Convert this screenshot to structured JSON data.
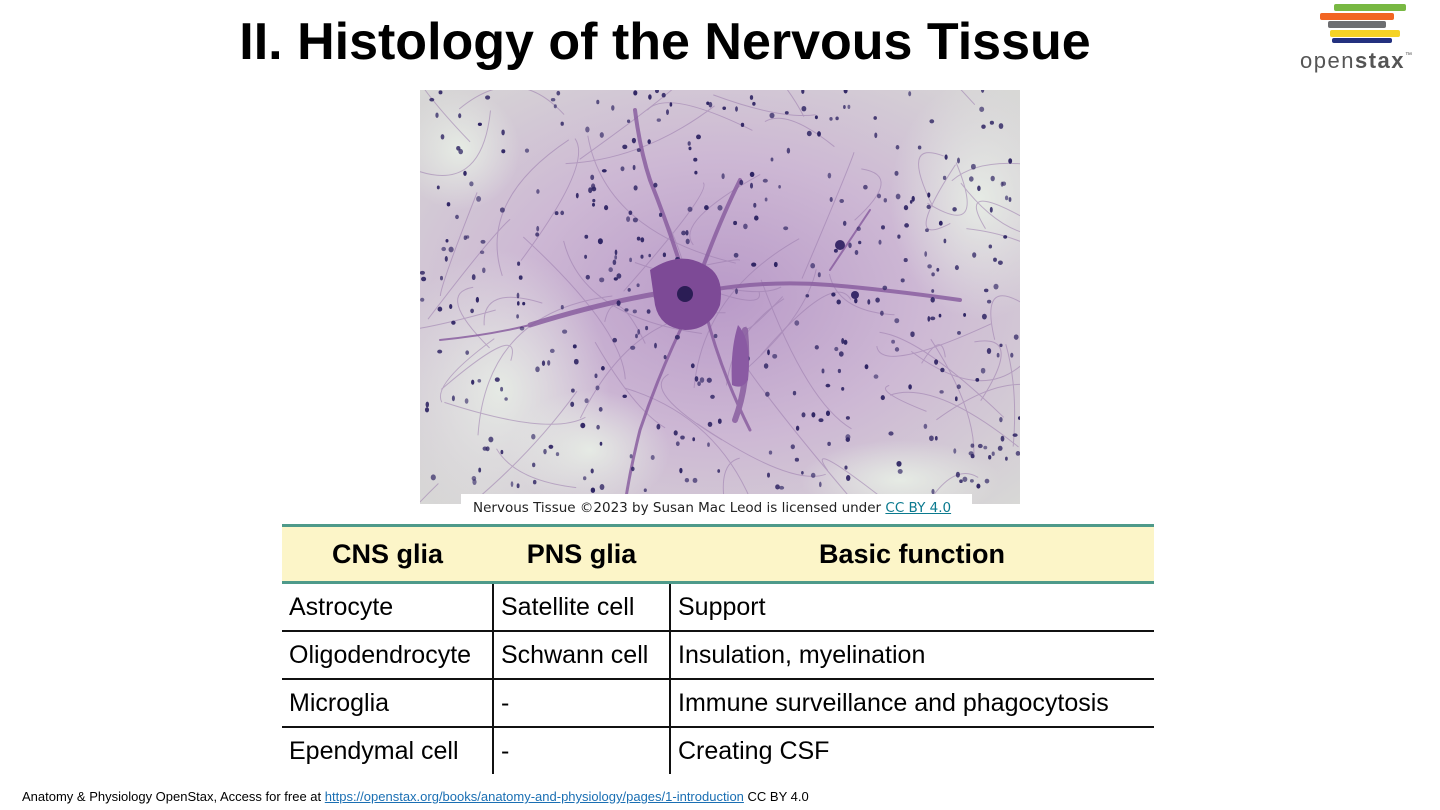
{
  "slide": {
    "title": "II. Histology of the Nervous Tissue"
  },
  "logo": {
    "word_light": "open",
    "word_bold": "stax",
    "trademark": "™",
    "bar_colors": [
      "#78b843",
      "#f26522",
      "#6d6e71",
      "#f5d327",
      "#23317f"
    ]
  },
  "figure": {
    "caption_text": "Nervous Tissue ©2023 by Susan Mac Leod is licensed under ",
    "caption_link": "CC BY 4.0 "
  },
  "table": {
    "headers": [
      "CNS glia",
      "PNS glia",
      "Basic function"
    ],
    "rows": [
      [
        "Astrocyte",
        "Satellite cell",
        "Support"
      ],
      [
        "Oligodendrocyte",
        "Schwann cell",
        "Insulation, myelination"
      ],
      [
        "Microglia",
        "-",
        "Immune surveillance and phagocytosis"
      ],
      [
        "Ependymal cell",
        "-",
        "Creating CSF"
      ]
    ]
  },
  "footer": {
    "text": "Anatomy & Physiology OpenStax, Access for free at ",
    "link": "https://openstax.org/books/anatomy-and-physiology/pages/1-introduction",
    "license": " CC BY 4.0"
  }
}
